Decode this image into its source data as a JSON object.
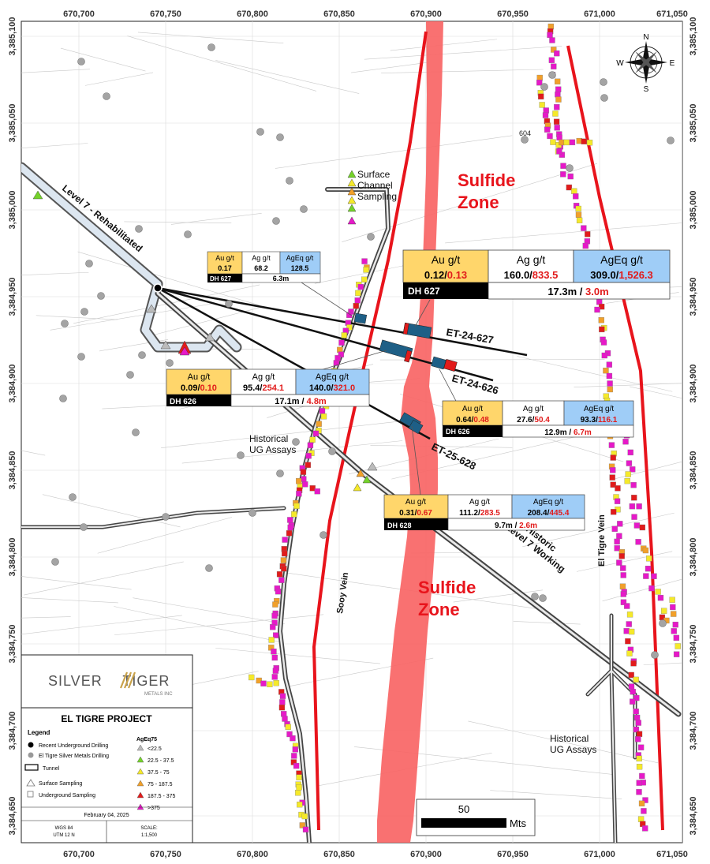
{
  "axes": {
    "x_ticks": [
      "670,700",
      "670,750",
      "670,800",
      "670,850",
      "670,900",
      "670,950",
      "671,000",
      "671,050"
    ],
    "y_ticks": [
      "3,385,100",
      "3,385,050",
      "3,385,000",
      "3,384,950",
      "3,384,900",
      "3,384,850",
      "3,384,800",
      "3,384,750",
      "3,384,700",
      "3,384,650"
    ]
  },
  "labels": {
    "sulfide_zone_1": [
      "Sulfide",
      "Zone"
    ],
    "sulfide_zone_2": [
      "Sulfide",
      "Zone"
    ],
    "surface_channel": [
      "Surface",
      "Channel",
      "Sampling"
    ],
    "level7_rehab": "Level 7 - Rehabilitated",
    "historic_level7": [
      "Historic",
      "Level 7 Working"
    ],
    "historical_ug_1": [
      "Historical",
      "UG Assays"
    ],
    "historical_ug_2": [
      "Historical",
      "UG Assays"
    ],
    "sooy_vein": "Sooy Vein",
    "el_tigre_vein": "El Tigre Vein",
    "point_604": "604"
  },
  "drillholes": {
    "et627": "ET-24-627",
    "et626": "ET-24-626",
    "et628": "ET-25-628"
  },
  "boxes": {
    "b627_small": {
      "au_h": "Au g/t",
      "ag_h": "Ag g/t",
      "ageq_h": "AgEq g/t",
      "au": "0.17",
      "ag": "68.2",
      "ageq": "128.5",
      "dh": "DH  627",
      "len": "6.3m"
    },
    "b627_large": {
      "au_h": "Au g/t",
      "ag_h": "Ag g/t",
      "ageq_h": "AgEq g/t",
      "au_a": "0.12/",
      "au_b": "0.13",
      "ag_a": "160.0/",
      "ag_b": "833.5",
      "ageq_a": "309.0/",
      "ageq_b": "1,526.3",
      "dh": "DH 627",
      "len_a": "17.3m / ",
      "len_b": "3.0m"
    },
    "b626_left": {
      "au_h": "Au g/t",
      "ag_h": "Ag g/t",
      "ageq_h": "AgEq g/t",
      "au_a": "0.09/",
      "au_b": "0.10",
      "ag_a": "95.4/",
      "ag_b": "254.1",
      "ageq_a": "140.0/",
      "ageq_b": "321.0",
      "dh": "DH 626",
      "len_a": "17.1m / ",
      "len_b": "4.8m"
    },
    "b626_right": {
      "au_h": "Au g/t",
      "ag_h": "Ag g/t",
      "ageq_h": "AgEq g/t",
      "au_a": "0.64/",
      "au_b": "0.48",
      "ag_a": "27.6/",
      "ag_b": "50.4",
      "ageq_a": "93.3/",
      "ageq_b": "116.1",
      "dh": "DH 626",
      "len_a": "12.9m / ",
      "len_b": "6.7m"
    },
    "b628": {
      "au_h": "Au g/t",
      "ag_h": "Ag g/t",
      "ageq_h": "AgEq g/t",
      "au_a": "0.31/",
      "au_b": "0.67",
      "ag_a": "111.2/",
      "ag_b": "283.5",
      "ageq_a": "208.4/",
      "ageq_b": "445.4",
      "dh": "DH 628",
      "len_a": "9.7m / ",
      "len_b": "2.6m"
    }
  },
  "compass": {
    "n": "N",
    "s": "S",
    "e": "E",
    "w": "W"
  },
  "scale_bar": {
    "value": "50",
    "unit": "Mts"
  },
  "legend": {
    "company_a": "SILVER",
    "company_b": "TIGER",
    "company_sub": "METALS INC",
    "project": "EL TIGRE PROJECT",
    "title": "Legend",
    "items": [
      "Recent Underground Drilling",
      "El Tigre Silver Metals Drilling",
      "Tunnel",
      "Surface Sampling",
      "Underground Sampling"
    ],
    "ageq_title": "AgEq75",
    "ageq_items": [
      "<22.5",
      "22.5 - 37.5",
      "37.5 - 75",
      "75 - 187.5",
      "187.5 - 375",
      ">375"
    ],
    "date": "February 04, 2025",
    "datum": "WGS 84",
    "zone": "UTM 12 N",
    "scale_label": "SCALE:",
    "scale_value": "1:1,500"
  },
  "colors": {
    "sulfide": "#f96565",
    "vein": "#e8141c",
    "magenta": "#e619c8",
    "yellow": "#f5e92a",
    "orange": "#f1a02a",
    "red": "#e11b1b",
    "green": "#74d22a",
    "gold_box": "#ffd66b",
    "blue_box": "#9fcdf7",
    "tunnel_fill": "#dce6f0"
  }
}
